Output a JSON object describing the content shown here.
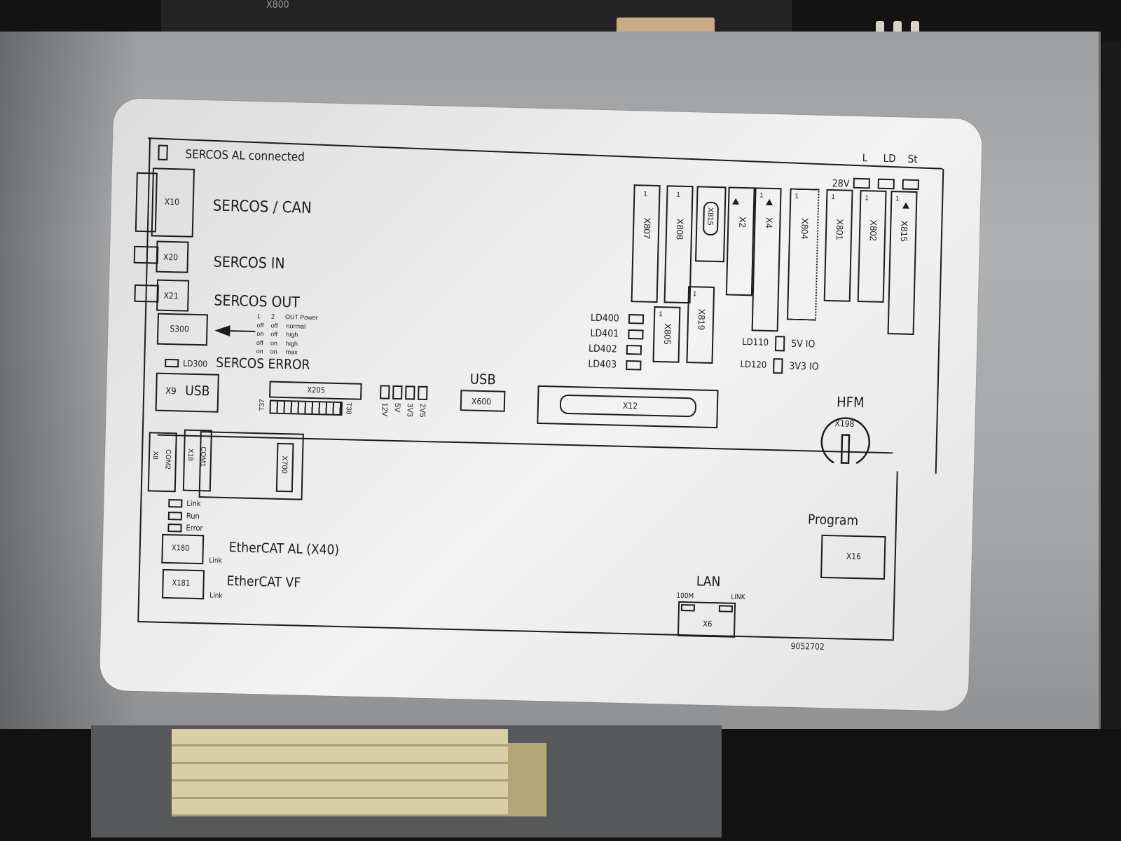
{
  "scene": {
    "colors": {
      "housing": "#a6a8aa",
      "label": "#ededed",
      "ink": "#1c1c1c",
      "wood": "#d9cfa6"
    },
    "top_board": {
      "label": "X800"
    }
  },
  "label": {
    "header_leds": {
      "l": "L",
      "ld": "LD",
      "st": "St",
      "v28": "28V"
    },
    "sercos_al_connected": "SERCOS AL connected",
    "x10": "X10",
    "sercos_can": "SERCOS / CAN",
    "x20": "X20",
    "sercos_in": "SERCOS IN",
    "x21": "X21",
    "sercos_out": "SERCOS OUT",
    "s300": "S300",
    "power_table": {
      "header": [
        "1",
        "2",
        "OUT Power"
      ],
      "rows": [
        [
          "off",
          "off",
          "normal"
        ],
        [
          "on",
          "off",
          "high"
        ],
        [
          "off",
          "on",
          "high"
        ],
        [
          "on",
          "on",
          "max"
        ]
      ]
    },
    "ld300": "LD300",
    "sercos_error": "SERCOS ERROR",
    "x9": "X9",
    "usb_side": "USB",
    "x205": "X205",
    "t37": "T37",
    "t38": "T38",
    "voltages": [
      "12V",
      "5V",
      "3V3",
      "2V5"
    ],
    "usb_title": "USB",
    "x600": "X600",
    "x12": "X12",
    "hfm": "HFM",
    "x198": "X198",
    "slots": {
      "x807": "X807",
      "x808": "X808",
      "x815a": "X815",
      "x2": "X2",
      "x4": "X4",
      "x804": "X804",
      "x801": "X801",
      "x802": "X802",
      "x815b": "X815",
      "x805": "X805",
      "x819": "X819"
    },
    "ld_list": [
      "LD400",
      "LD401",
      "LD402",
      "LD403"
    ],
    "ld110": "LD110",
    "v5_io": "5V IO",
    "ld120": "LD120",
    "v3v3_io": "3V3 IO",
    "x8": "X8",
    "com2": "COM2",
    "x18": "X18",
    "com1": "COM1",
    "x700": "X700",
    "status_leds": [
      "Link",
      "Run",
      "Error"
    ],
    "x180": "X180",
    "ethercat_al": "EtherCAT AL (X40)",
    "link1": "Link",
    "x181": "X181",
    "ethercat_vf": "EtherCAT VF",
    "link2": "Link",
    "program": "Program",
    "x16": "X16",
    "lan": "LAN",
    "m100": "100M",
    "link_lan": "LINK",
    "x6": "X6",
    "part_number": "9052702",
    "pin_one": "1"
  }
}
